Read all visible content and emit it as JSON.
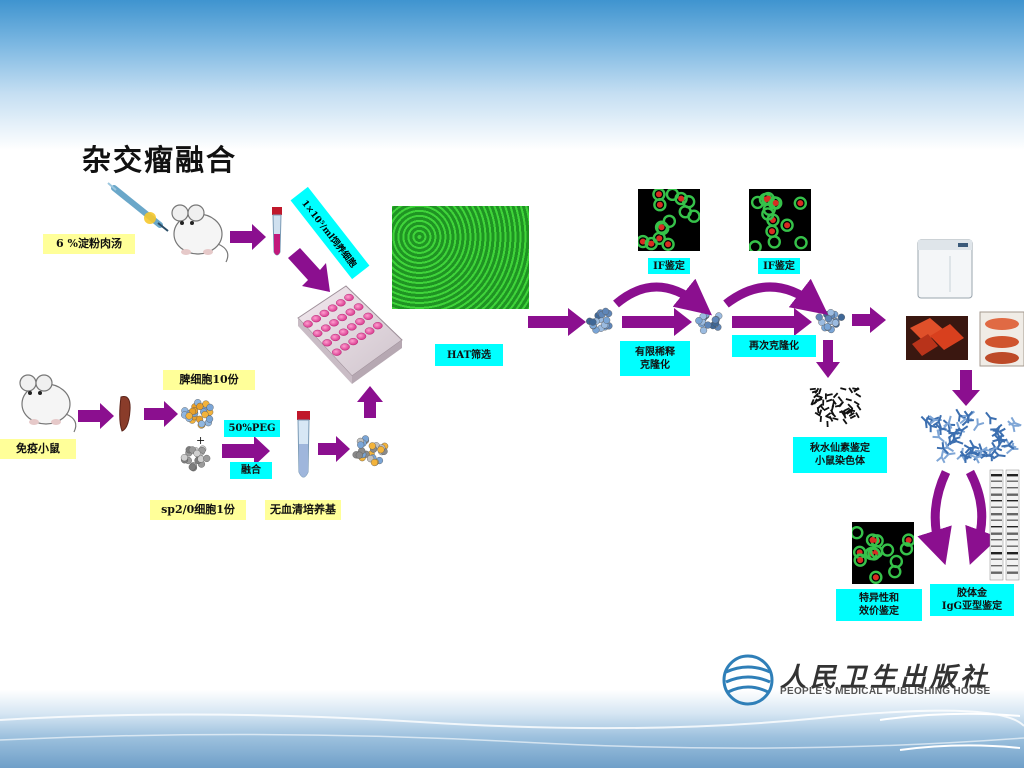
{
  "title": "杂交瘤融合",
  "labels": {
    "starch_broth": "6 %淀粉肉汤",
    "immunized_mouse": "免疫小鼠",
    "spleen_cells": "脾细胞10份",
    "peg": "50%PEG",
    "fusion": "融合",
    "sp20_cells": "sp2/0细胞1份",
    "serum_free_medium": "无血清培养基",
    "feeder_cells": "1×10⁵/ml饲养细胞",
    "hat_selection": "HAT筛选",
    "if_identification_1": "IF鉴定",
    "if_identification_2": "IF鉴定",
    "limiting_dilution_line1": "有限稀释",
    "limiting_dilution_line2": "克隆化",
    "recloning": "再次克隆化",
    "colchicine_line1": "秋水仙素鉴定",
    "colchicine_line2": "小鼠染色体",
    "specificity_line1": "特异性和",
    "specificity_line2": "效价鉴定",
    "colloidal_gold_line1": "胶体金",
    "colloidal_gold_line2": "IgG亚型鉴定",
    "plus": "+"
  },
  "publisher": {
    "name_cn": "人民卫生出版社",
    "name_en": "PEOPLE'S MEDICAL PUBLISHING HOUSE"
  },
  "colors": {
    "arrow": "#8b0f8f",
    "yellow_label": "#ffff99",
    "cyan_label": "#00ffff"
  }
}
